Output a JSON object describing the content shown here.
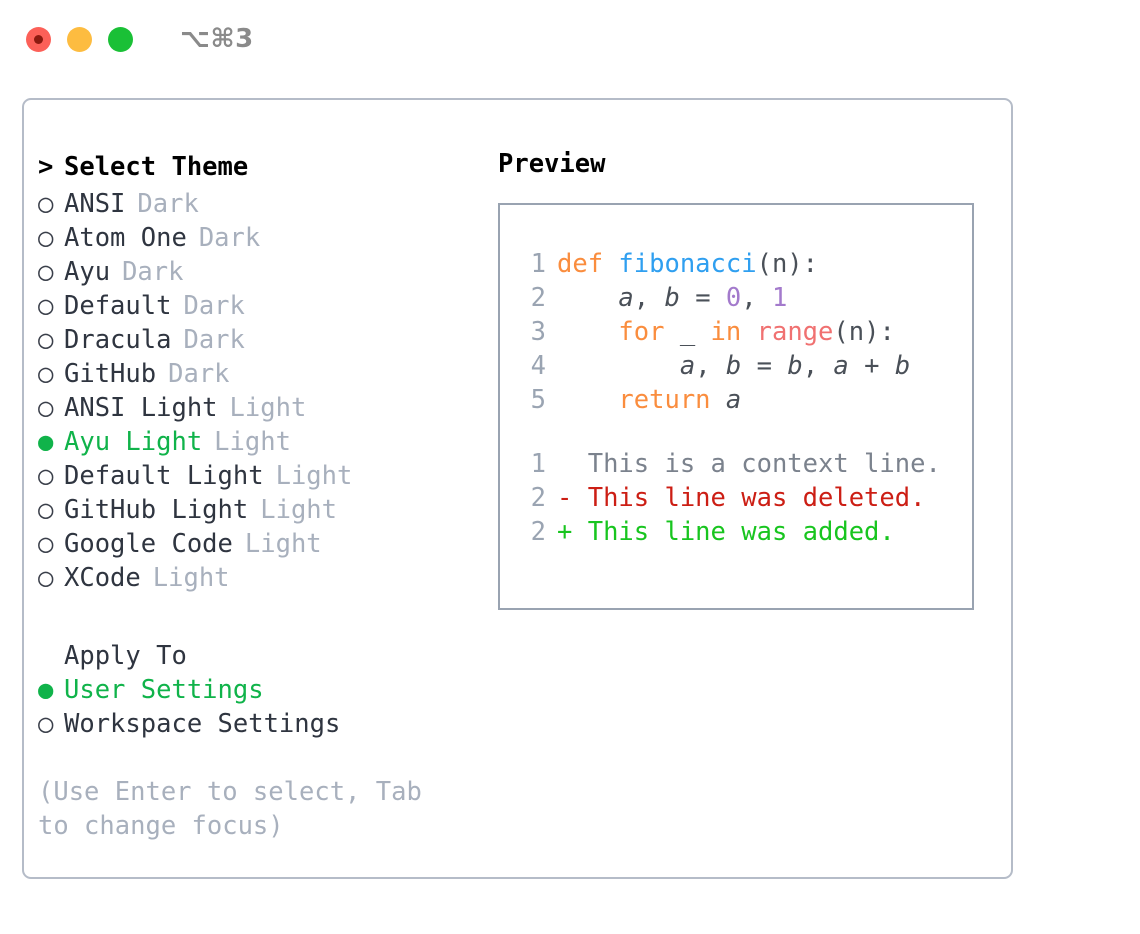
{
  "window": {
    "shortcut": "⌥⌘3",
    "traffic_lights": [
      {
        "name": "close",
        "color": "#fc6058"
      },
      {
        "name": "minimize",
        "color": "#fdbc40"
      },
      {
        "name": "maximize",
        "color": "#1ac036"
      }
    ]
  },
  "theme_list": {
    "header": {
      "marker": ">",
      "label": "Select Theme"
    },
    "items": [
      {
        "marker": "○",
        "label": "ANSI",
        "tag": "Dark",
        "selected": false
      },
      {
        "marker": "○",
        "label": "Atom One",
        "tag": "Dark",
        "selected": false
      },
      {
        "marker": "○",
        "label": "Ayu",
        "tag": "Dark",
        "selected": false
      },
      {
        "marker": "○",
        "label": "Default",
        "tag": "Dark",
        "selected": false
      },
      {
        "marker": "○",
        "label": "Dracula",
        "tag": "Dark",
        "selected": false
      },
      {
        "marker": "○",
        "label": "GitHub",
        "tag": "Dark",
        "selected": false
      },
      {
        "marker": "○",
        "label": "ANSI Light",
        "tag": "Light",
        "selected": false
      },
      {
        "marker": "●",
        "label": "Ayu Light",
        "tag": "Light",
        "selected": true
      },
      {
        "marker": "○",
        "label": "Default Light",
        "tag": "Light",
        "selected": false
      },
      {
        "marker": "○",
        "label": "GitHub Light",
        "tag": "Light",
        "selected": false
      },
      {
        "marker": "○",
        "label": "Google Code",
        "tag": "Light",
        "selected": false
      },
      {
        "marker": "○",
        "label": "XCode",
        "tag": "Light",
        "selected": false
      }
    ]
  },
  "apply_to": {
    "header": {
      "marker": "",
      "label": "Apply To"
    },
    "items": [
      {
        "marker": "●",
        "label": "User Settings",
        "selected": true
      },
      {
        "marker": "○",
        "label": "Workspace Settings",
        "selected": false
      }
    ]
  },
  "hint": "(Use Enter to select, Tab to change focus)",
  "preview": {
    "title": "Preview",
    "code_lines": [
      {
        "no": "1",
        "tokens": [
          {
            "t": "def ",
            "c": "kw"
          },
          {
            "t": "fibonacci",
            "c": "fn"
          },
          {
            "t": "(n):",
            "c": "plain"
          }
        ]
      },
      {
        "no": "2",
        "tokens": [
          {
            "t": "    ",
            "c": "plain"
          },
          {
            "t": "a",
            "c": "var"
          },
          {
            "t": ", ",
            "c": "plain"
          },
          {
            "t": "b",
            "c": "var"
          },
          {
            "t": " = ",
            "c": "plain"
          },
          {
            "t": "0",
            "c": "num"
          },
          {
            "t": ", ",
            "c": "plain"
          },
          {
            "t": "1",
            "c": "num"
          }
        ]
      },
      {
        "no": "3",
        "tokens": [
          {
            "t": "    ",
            "c": "plain"
          },
          {
            "t": "for",
            "c": "kw"
          },
          {
            "t": " _ ",
            "c": "plain"
          },
          {
            "t": "in",
            "c": "kw"
          },
          {
            "t": " ",
            "c": "plain"
          },
          {
            "t": "range",
            "c": "call"
          },
          {
            "t": "(n):",
            "c": "plain"
          }
        ]
      },
      {
        "no": "4",
        "tokens": [
          {
            "t": "        ",
            "c": "plain"
          },
          {
            "t": "a",
            "c": "var"
          },
          {
            "t": ", ",
            "c": "plain"
          },
          {
            "t": "b",
            "c": "var"
          },
          {
            "t": " = ",
            "c": "plain"
          },
          {
            "t": "b",
            "c": "var"
          },
          {
            "t": ", ",
            "c": "plain"
          },
          {
            "t": "a",
            "c": "var"
          },
          {
            "t": " + ",
            "c": "plain"
          },
          {
            "t": "b",
            "c": "var"
          }
        ]
      },
      {
        "no": "5",
        "tokens": [
          {
            "t": "    ",
            "c": "plain"
          },
          {
            "t": "return",
            "c": "kw"
          },
          {
            "t": " ",
            "c": "plain"
          },
          {
            "t": "a",
            "c": "var"
          }
        ]
      }
    ],
    "diff_lines": [
      {
        "no": "1",
        "sign": " ",
        "text": "This is a context line.",
        "kind": "ctx"
      },
      {
        "no": "2",
        "sign": "-",
        "text": "This line was deleted.",
        "kind": "del"
      },
      {
        "no": "2",
        "sign": "+",
        "text": "This line was added.",
        "kind": "add"
      }
    ]
  },
  "colors": {
    "accent_green": "#10b34a",
    "keyword_orange": "#fa8d3e",
    "function_blue": "#2f9ff0",
    "number_purple": "#a37acc",
    "call_red": "#f07171",
    "diff_delete": "#cc1e14",
    "diff_add": "#18c51f",
    "muted": "#a8b0bd",
    "border": "#b5bcc8"
  }
}
